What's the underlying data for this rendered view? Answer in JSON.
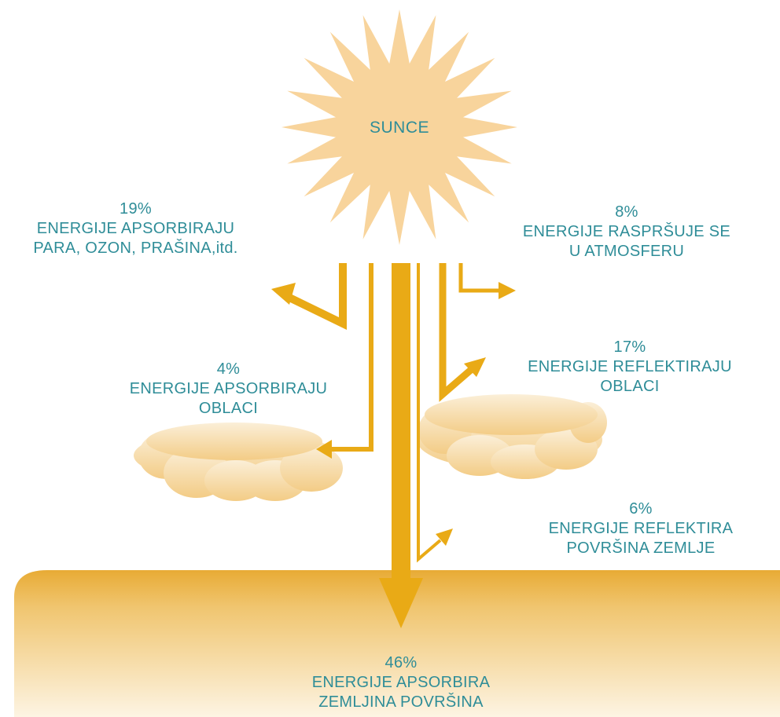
{
  "colors": {
    "accent_text": "#2f8d98",
    "arrow": "#e9aa16",
    "sun": "#f8d49c",
    "cloud": "#f6d9a4",
    "ground": "#e9b144"
  },
  "sun": {
    "label": "SUNCE",
    "icon": "sun-icon"
  },
  "labels": {
    "absorbed_atmosphere": {
      "percent": "19%",
      "line1": "ENERGIJE APSORBIRAJU",
      "line2": "PARA, OZON, PRAŠINA,itd."
    },
    "scattered_atmosphere": {
      "percent": "8%",
      "line1": "ENERGIJE RASPRŠUJE SE",
      "line2": "U ATMOSFERU"
    },
    "absorbed_clouds": {
      "percent": "4%",
      "line1": "ENERGIJE APSORBIRAJU",
      "line2": "OBLACI"
    },
    "reflected_clouds": {
      "percent": "17%",
      "line1": "ENERGIJE REFLEKTIRAJU",
      "line2": "OBLACI"
    },
    "reflected_surface": {
      "percent": "6%",
      "line1": "ENERGIJE REFLEKTIRA",
      "line2": "POVRŠINA ZEMLJE"
    },
    "absorbed_surface": {
      "percent": "46%",
      "line1": "ENERGIJE APSORBIRA",
      "line2": "ZEMLJINA POVRŠINA"
    }
  },
  "icons": {
    "clouds": [
      "cloud-icon",
      "cloud-icon"
    ],
    "ground": "ground-surface"
  }
}
